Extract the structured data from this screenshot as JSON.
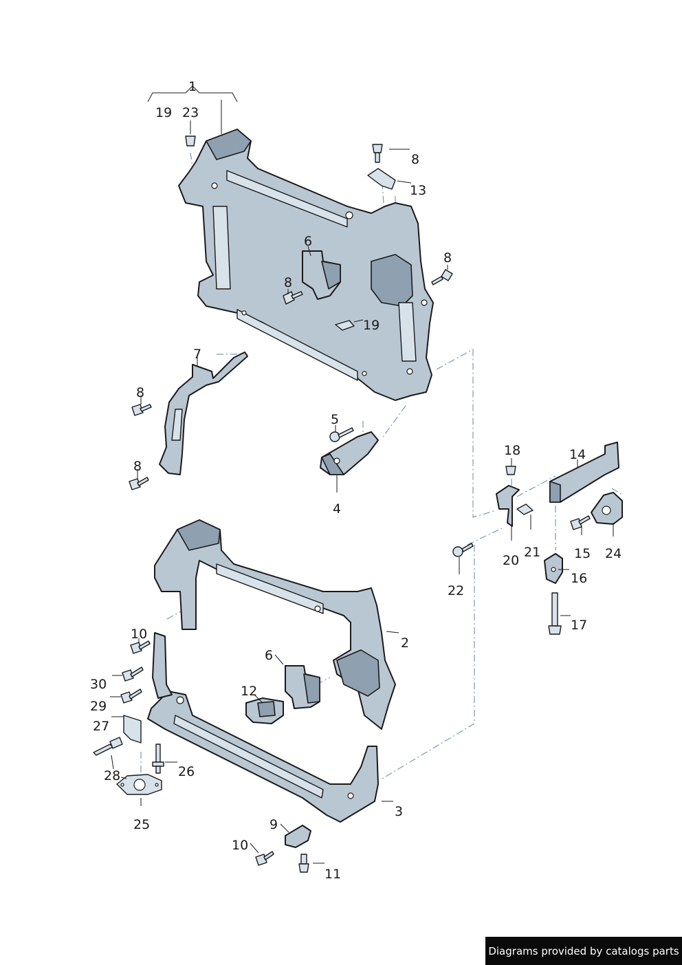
{
  "footer": {
    "text": "Diagrams provided by catalogs parts"
  },
  "colors": {
    "part": "#b9c7d3",
    "part_dark": "#8fa0b0",
    "dash": "#7d98b0",
    "ink": "#1a1a1a"
  },
  "callouts": {
    "c1": "1",
    "c19a": "19",
    "c23": "23",
    "c8a": "8",
    "c13": "13",
    "c6a": "6",
    "c8b": "8",
    "c8c": "8",
    "c19b": "19",
    "c7": "7",
    "c8d": "8",
    "c8e": "8",
    "c5": "5",
    "c4": "4",
    "c18": "18",
    "c14": "14",
    "c20": "20",
    "c21": "21",
    "c15": "15",
    "c24": "24",
    "c22": "22",
    "c16": "16",
    "c17": "17",
    "c2": "2",
    "c10a": "10",
    "c6b": "6",
    "c30": "30",
    "c29": "29",
    "c12": "12",
    "c27": "27",
    "c28": "28",
    "c26": "26",
    "c25": "25",
    "c3": "3",
    "c9": "9",
    "c10b": "10",
    "c11": "11"
  }
}
